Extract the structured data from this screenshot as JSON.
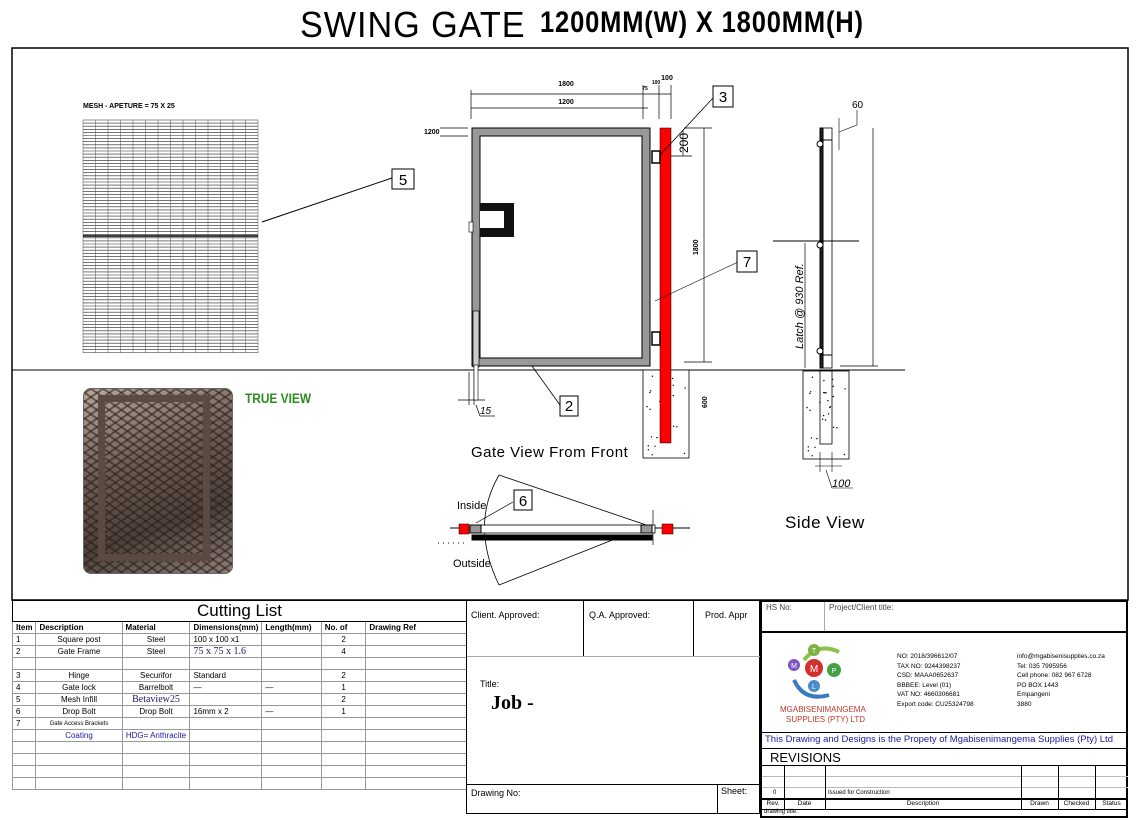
{
  "header": {
    "title": "SWING GATE",
    "dimensions": "1200MM(W)  X  1800MM(H)"
  },
  "mesh": {
    "label": "MESH - APETURE = 75 X 25",
    "callout": "5"
  },
  "true_view_label": "TRUE VIEW",
  "front_view": {
    "caption": "Gate View From Front",
    "dims": {
      "overall_width": "1800",
      "gate_width": "1200",
      "gap": "75",
      "post_a": "100",
      "post_b": "100",
      "top_offset": "1200",
      "hinge_offset": "200",
      "height": "1800",
      "footing": "600",
      "bottom_gap": "15"
    },
    "callouts": {
      "hinge": "3",
      "frame": "2",
      "post": "7"
    }
  },
  "plan_view": {
    "inside": "Inside",
    "outside": "Outside",
    "callout": "6"
  },
  "side_view": {
    "caption": "Side View",
    "top_dim": "60",
    "latch": "Latch @ 930 Ref.",
    "post_dim": "100"
  },
  "cutting_list": {
    "title": "Cutting List",
    "columns": [
      "Item",
      "Description",
      "Material",
      "Dimensions(mm)",
      "Length(mm)",
      "No. of",
      "Drawing Ref"
    ],
    "rows": [
      [
        "1",
        "Square post",
        "Steel",
        "100 x 100 x1",
        "",
        "2",
        ""
      ],
      [
        "2",
        "Gate Frame",
        "Steel",
        "75 x 75 x 1.6",
        "",
        "4",
        ""
      ],
      [
        "",
        "",
        "",
        "",
        "",
        "",
        ""
      ],
      [
        "3",
        "Hinge",
        "Securifor",
        "Standard",
        "",
        "2",
        ""
      ],
      [
        "4",
        "Gate lock",
        "Barrelbolt",
        "—",
        "—",
        "1",
        ""
      ],
      [
        "5",
        "Mesh Infill",
        "Betaview25",
        "",
        "",
        "2",
        ""
      ],
      [
        "6",
        "Drop Bolt",
        "Drop Bolt",
        "16mm x 2",
        "—",
        "1",
        ""
      ],
      [
        "7",
        "Gate Access Brackets",
        "",
        "",
        "",
        "",
        ""
      ],
      [
        "",
        "Coating",
        "HDG= Anthracite",
        "",
        "",
        "",
        ""
      ],
      [
        "",
        "",
        "",
        "",
        "",
        "",
        ""
      ],
      [
        "",
        "",
        "",
        "",
        "",
        "",
        ""
      ],
      [
        "",
        "",
        "",
        "",
        "",
        "",
        ""
      ],
      [
        "",
        "",
        "",
        "",
        "",
        "",
        ""
      ]
    ]
  },
  "approvals": {
    "client": "Client. Approved:",
    "qa": "Q.A. Approved:",
    "prod": "Prod. Appr",
    "title_label": "Title:",
    "job": "Job -",
    "drawing_no": "Drawing No:",
    "sheet": "Sheet:"
  },
  "company": {
    "hs_no": "HS No:",
    "project": "Project/Client title:",
    "logo_letters": [
      "T",
      "M",
      "M",
      "P",
      "L"
    ],
    "name_line1": "MGABISENIMANGEMA",
    "name_line2": "SUPPLIES (PTY) LTD",
    "reg": [
      "NO: 2018/396612/07",
      "TAX NO: 9244398237",
      "CSD: MAAA0652637",
      "BBBEE: Level (01)",
      "VAT NO: 4660306681",
      "Export code: CU25324798"
    ],
    "contact": [
      "info@mgabisenisupplies.co.za",
      "Tel: 035 7995956",
      "Cell phone: 082 967 6728",
      "PO BOX 1443",
      "Empangeni",
      "3880"
    ],
    "property": "This Drawing and Designs is the Propety of Mgabisenimangema Supplies (Pty) Ltd",
    "revisions": "REVISIONS",
    "rev_row": {
      "rev": "0",
      "desc": "Issued for Construction"
    },
    "rev_headers": [
      "Rev.",
      "Date",
      "Description",
      "Drawn",
      "Checked",
      "Status"
    ],
    "drawing_title": "drawing title:"
  },
  "colors": {
    "post": "#ff0000",
    "frame": "#999999",
    "brand_red": "#c0392b",
    "brand_blue": "#1a1aa0",
    "true_view": "#2e8b22"
  }
}
